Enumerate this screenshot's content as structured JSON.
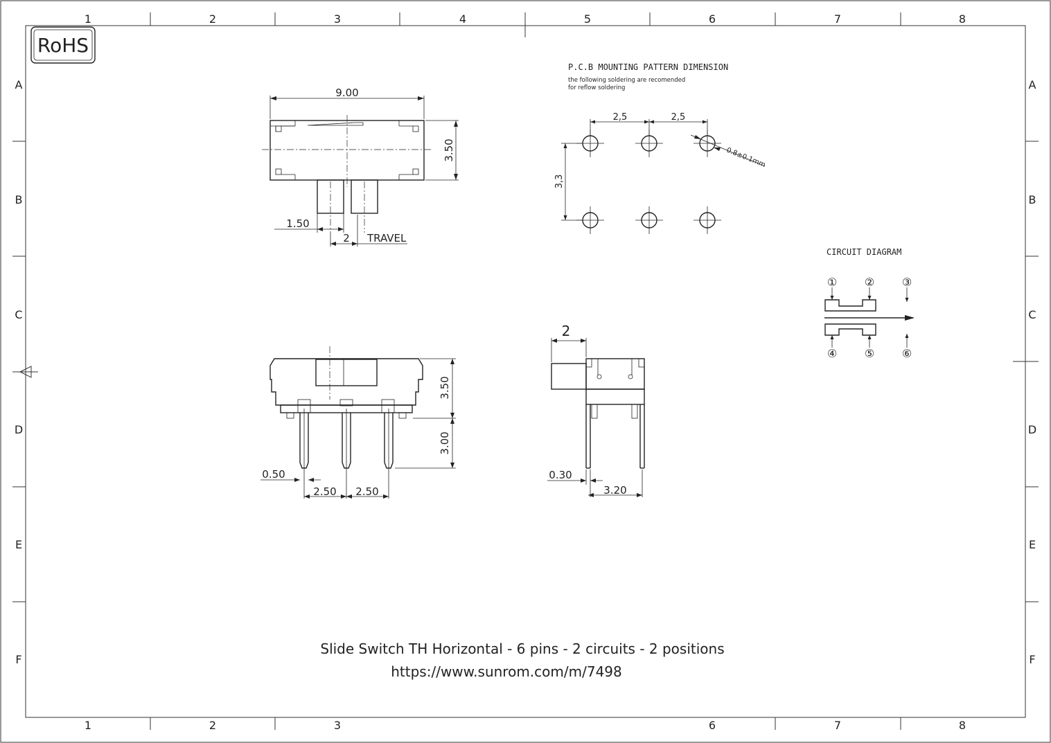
{
  "frame": {
    "col_labels_top": [
      "1",
      "2",
      "3",
      "4",
      "5",
      "6",
      "7",
      "8"
    ],
    "col_labels_bottom": [
      "1",
      "2",
      "3",
      "6",
      "7",
      "8"
    ],
    "row_labels": [
      "A",
      "B",
      "C",
      "D",
      "E",
      "F"
    ]
  },
  "badge": {
    "text": "RoHS"
  },
  "top_view": {
    "width_label": "9.00",
    "height_label": "3.50",
    "lever_label": "1.50",
    "travel_value": "2",
    "travel_label": "TRAVEL"
  },
  "pcb": {
    "title": "P.C.B MOUNTING PATTERN DIMENSION",
    "note_line1": "the following soldering are recomended",
    "note_line2": "for reflow soldering",
    "pitch_left": "2,5",
    "pitch_right": "2,5",
    "row_spacing": "3,3",
    "hole_label": "0.8±0.1mm"
  },
  "circuit": {
    "title": "CIRCUIT DIAGRAM",
    "pins_top": [
      "①",
      "②",
      "③"
    ],
    "pins_bottom": [
      "④",
      "⑤",
      "⑥"
    ]
  },
  "front_view": {
    "body_height": "3.50",
    "pin_length": "3.00",
    "pin_width": "0.50",
    "pitch1": "2.50",
    "pitch2": "2.50"
  },
  "side_view": {
    "lever_length": "2",
    "pin_thickness": "0.30",
    "pin_spacing": "3.20"
  },
  "footer": {
    "title": "Slide Switch TH Horizontal - 6 pins - 2 circuits - 2 positions",
    "url": "https://www.sunrom.com/m/7498"
  }
}
